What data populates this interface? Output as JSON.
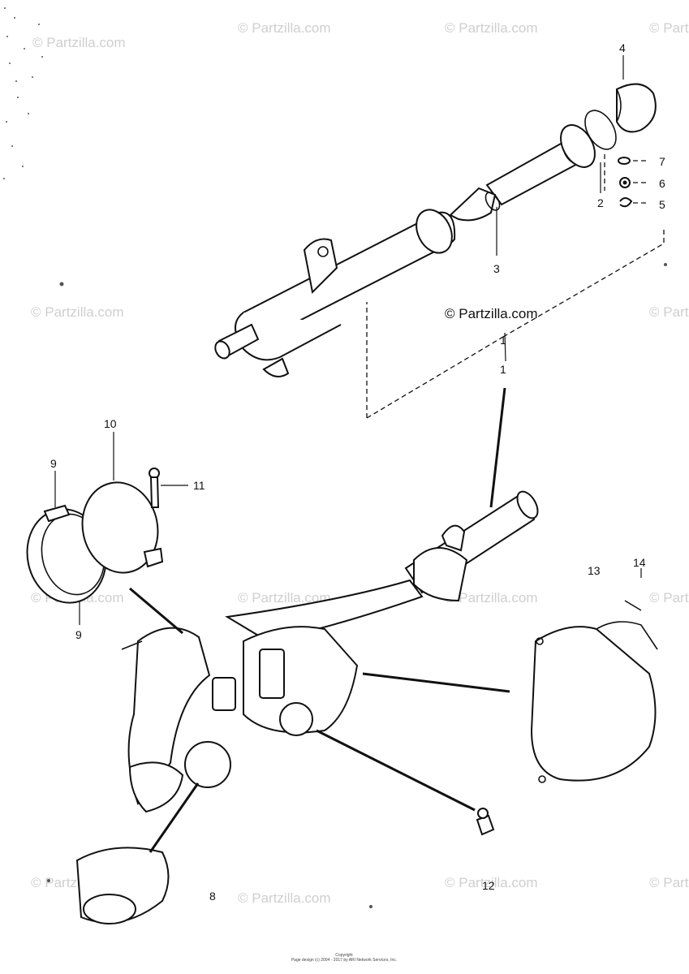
{
  "watermark": {
    "text": "© Partzilla.com",
    "center_text": "© Partzilla.com"
  },
  "callouts": {
    "c1a": "1",
    "c1b": "1",
    "c2": "2",
    "c3": "3",
    "c4": "4",
    "c5": "5",
    "c6": "6",
    "c7": "7",
    "c8": "8",
    "c9a": "9",
    "c9b": "9",
    "c10": "10",
    "c11": "11",
    "c12": "12",
    "c13": "13",
    "c14": "14"
  },
  "footer": {
    "line1": "Copyright",
    "line2": "Page design (c) 2004 - 2017 by ARI Network Services, Inc."
  }
}
